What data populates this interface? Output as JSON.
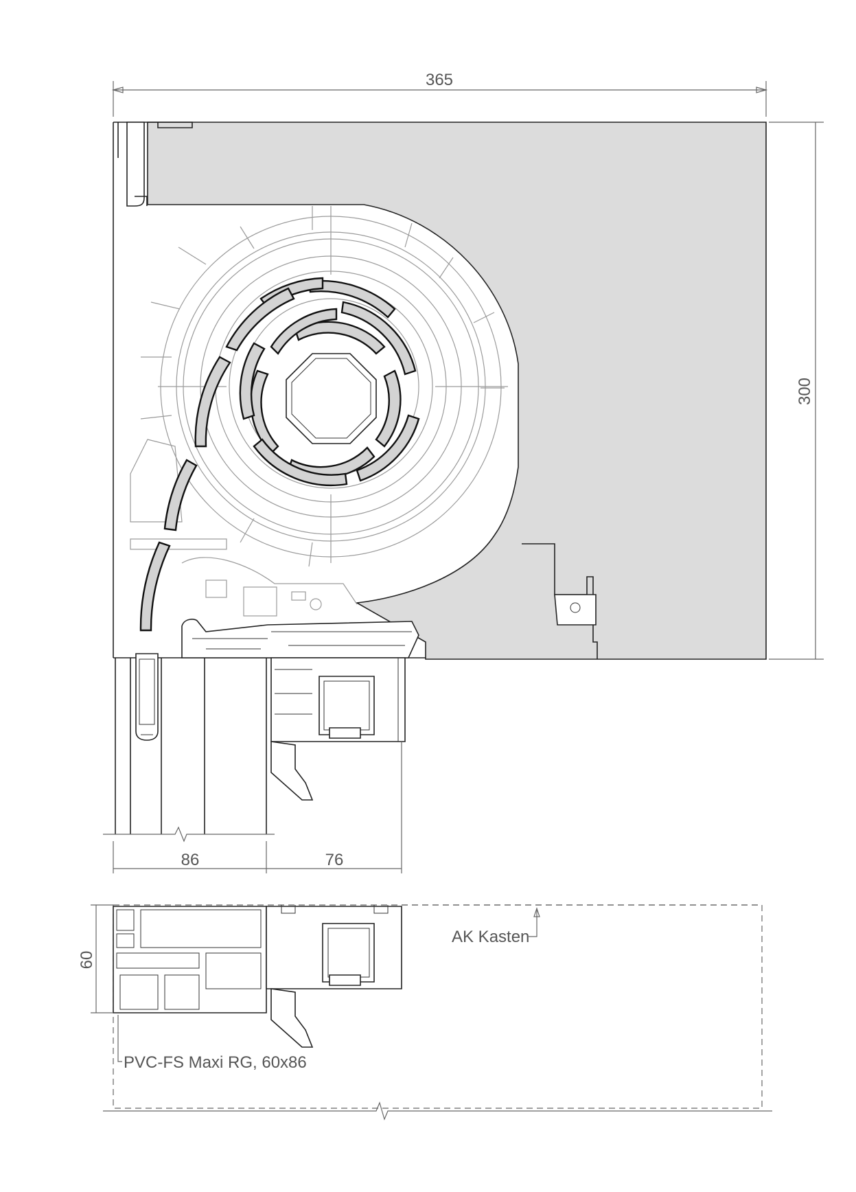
{
  "dimensions": {
    "box_width": "365",
    "box_height": "300",
    "frame_depth_left": "86",
    "frame_depth_right": "76",
    "sill_height": "60"
  },
  "labels": {
    "box_note": "AK Kasten",
    "profile_note": "PVC-FS Maxi RG, 60x86"
  },
  "colors": {
    "box_fill": "#dcdcdc",
    "slat_fill": "#d3d3d3",
    "line": "#222222",
    "dimension": "#666666"
  }
}
